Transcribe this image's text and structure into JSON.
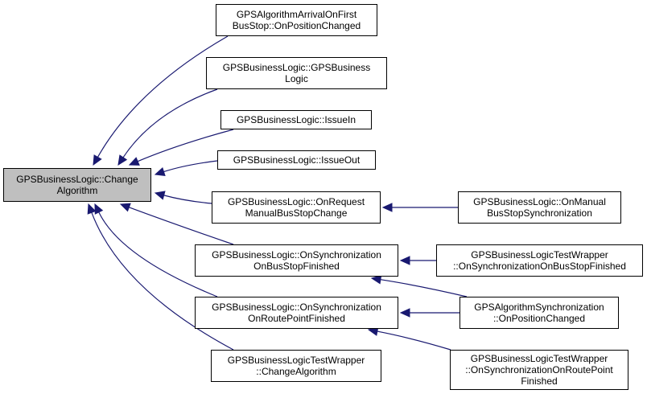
{
  "diagram": {
    "type": "caller-graph",
    "edge_color": "#191970",
    "root_fill": "#bfbfbf",
    "nodes": [
      {
        "id": "root",
        "lines": [
          "GPSBusinessLogic::Change",
          "Algorithm"
        ],
        "root": true
      },
      {
        "id": "n1",
        "lines": [
          "GPSAlgorithmArrivalOnFirst",
          "BusStop::OnPositionChanged"
        ]
      },
      {
        "id": "n2",
        "lines": [
          "GPSBusinessLogic::GPSBusiness",
          "Logic"
        ]
      },
      {
        "id": "n3",
        "lines": [
          "GPSBusinessLogic::IssueIn"
        ]
      },
      {
        "id": "n4",
        "lines": [
          "GPSBusinessLogic::IssueOut"
        ]
      },
      {
        "id": "n5",
        "lines": [
          "GPSBusinessLogic::OnRequest",
          "ManualBusStopChange"
        ]
      },
      {
        "id": "n6",
        "lines": [
          "GPSBusinessLogic::OnSynchronization",
          "OnBusStopFinished"
        ]
      },
      {
        "id": "n7",
        "lines": [
          "GPSBusinessLogic::OnSynchronization",
          "OnRoutePointFinished"
        ]
      },
      {
        "id": "n8",
        "lines": [
          "GPSBusinessLogicTestWrapper",
          "::ChangeAlgorithm"
        ]
      },
      {
        "id": "n9",
        "lines": [
          "GPSBusinessLogic::OnManual",
          "BusStopSynchronization"
        ]
      },
      {
        "id": "n10",
        "lines": [
          "GPSBusinessLogicTestWrapper",
          "::OnSynchronizationOnBusStopFinished"
        ]
      },
      {
        "id": "n11",
        "lines": [
          "GPSAlgorithmSynchronization",
          "::OnPositionChanged"
        ]
      },
      {
        "id": "n12",
        "lines": [
          "GPSBusinessLogicTestWrapper",
          "::OnSynchronizationOnRoutePoint",
          "Finished"
        ]
      }
    ],
    "edges": [
      {
        "from": "n1",
        "to": "root"
      },
      {
        "from": "n2",
        "to": "root"
      },
      {
        "from": "n3",
        "to": "root"
      },
      {
        "from": "n4",
        "to": "root"
      },
      {
        "from": "n5",
        "to": "root"
      },
      {
        "from": "n6",
        "to": "root"
      },
      {
        "from": "n7",
        "to": "root"
      },
      {
        "from": "n8",
        "to": "root"
      },
      {
        "from": "n9",
        "to": "n5"
      },
      {
        "from": "n10",
        "to": "n6"
      },
      {
        "from": "n11",
        "to": "n6"
      },
      {
        "from": "n11",
        "to": "n7"
      },
      {
        "from": "n12",
        "to": "n7"
      }
    ]
  }
}
